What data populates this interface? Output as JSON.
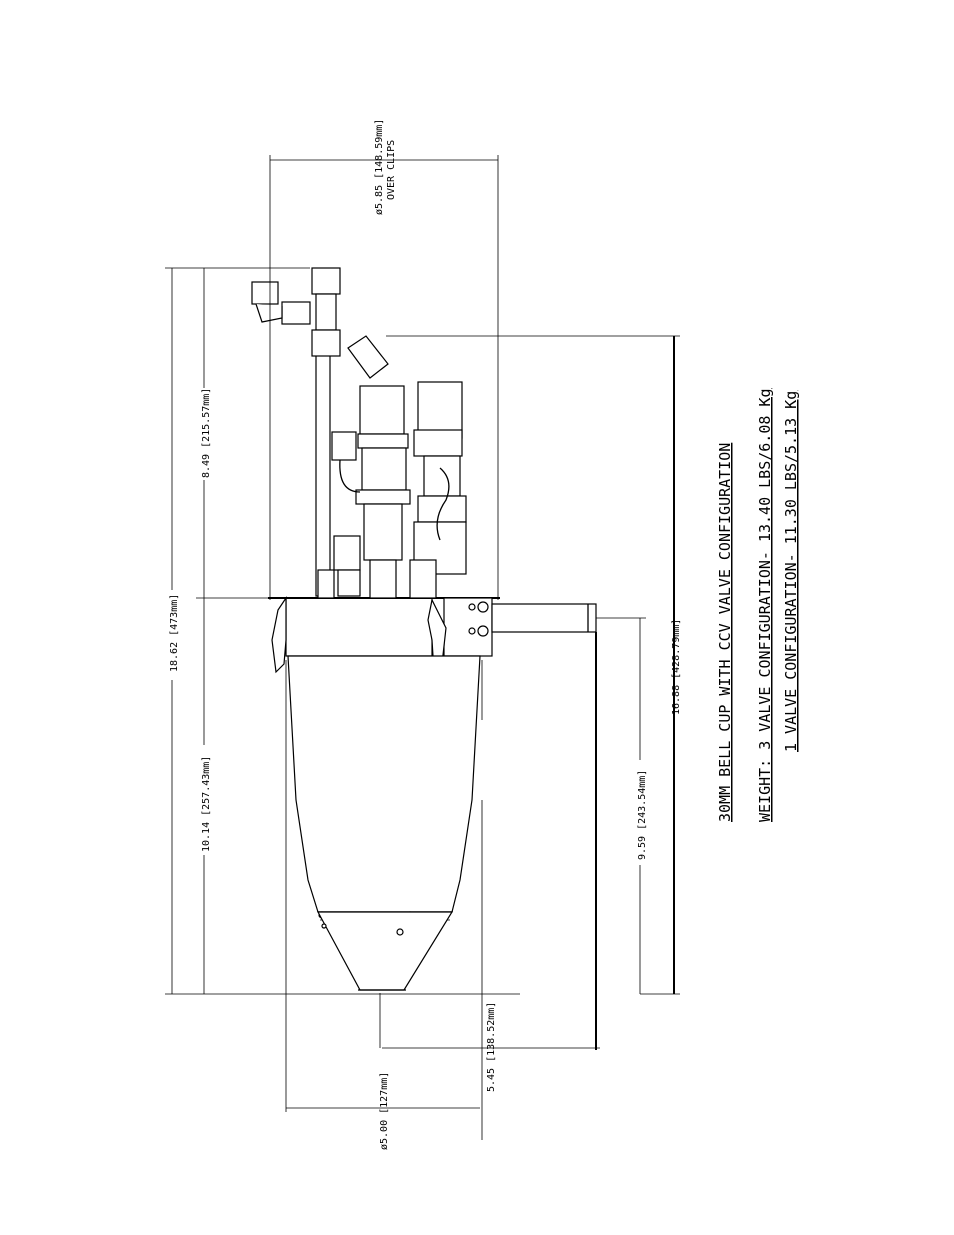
{
  "dimensions": {
    "clip_diameter": "ø5.85 [148.59mm]",
    "clip_note": "OVER CLIPS",
    "upper_height": "8.49 [215.57mm]",
    "total_height": "18.62 [473mm]",
    "body_length": "10.14 [257.43mm]",
    "right_overall": "16.88 [428.79mm]",
    "right_lower": "9.59 [243.54mm]",
    "shaft_offset": "5.45 [138.52mm]",
    "body_diameter": "ø5.00 [127mm]"
  },
  "notes": {
    "title": "30MM BELL CUP WITH CCV VALVE CONFIGURATION",
    "weight_line1": "WEIGHT: 3 VALVE CONFIGURATION- 13.40 LBS/6.08 Kg",
    "weight_line2": "1 VALVE CONFIGURATION- 11.30 LBS/5.13 Kg"
  }
}
